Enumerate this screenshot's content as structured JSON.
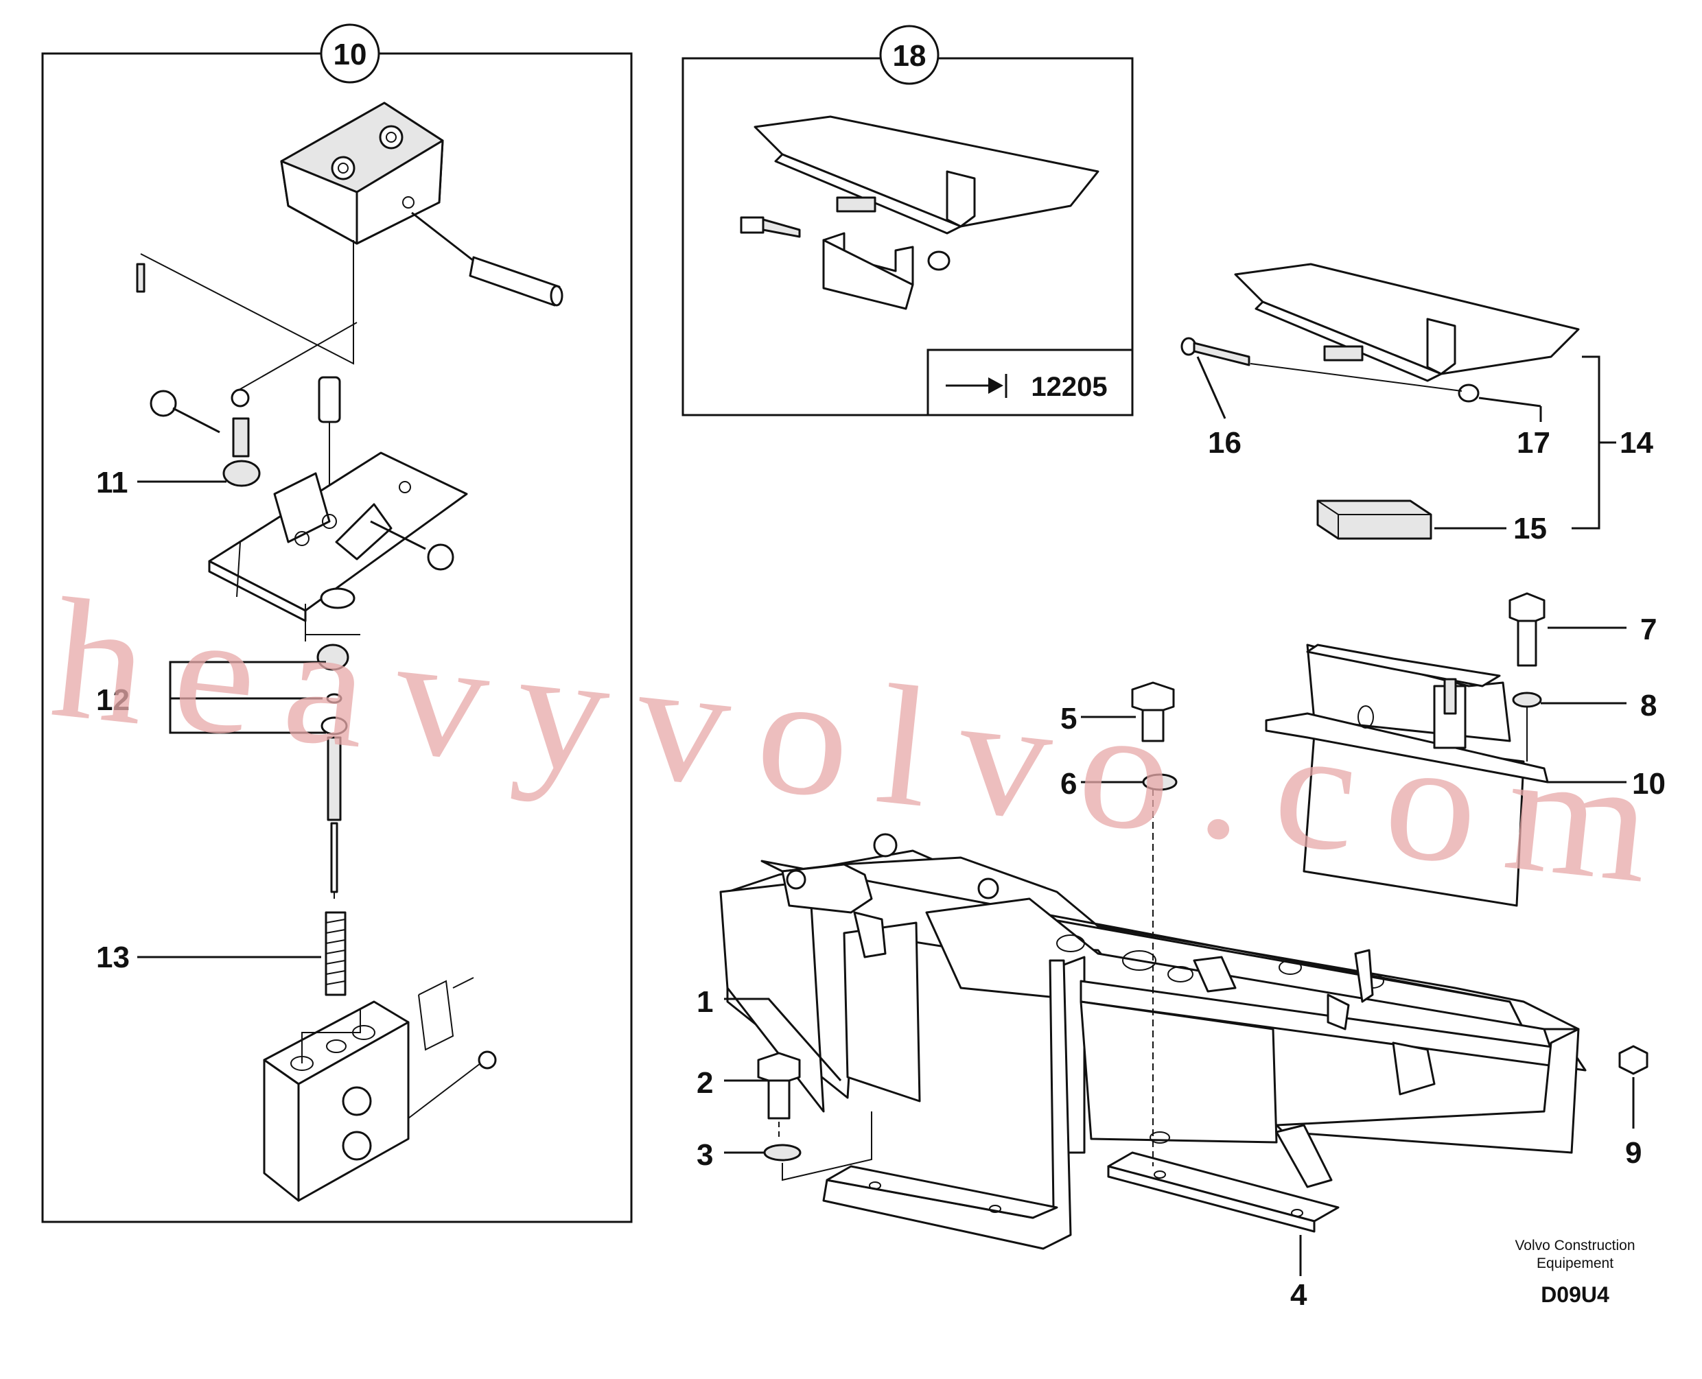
{
  "watermark": "heavyvolvo.com",
  "detail_boxes": [
    {
      "balloon": "10"
    },
    {
      "balloon": "18",
      "reference": "12205"
    }
  ],
  "part_labels": [
    "1",
    "2",
    "3",
    "4",
    "5",
    "6",
    "7",
    "8",
    "9",
    "10",
    "11",
    "12",
    "13",
    "14",
    "15",
    "16",
    "17"
  ],
  "brand": {
    "line1": "Volvo Construction",
    "line2": "Equipement"
  },
  "drawing_code": "D09U4"
}
